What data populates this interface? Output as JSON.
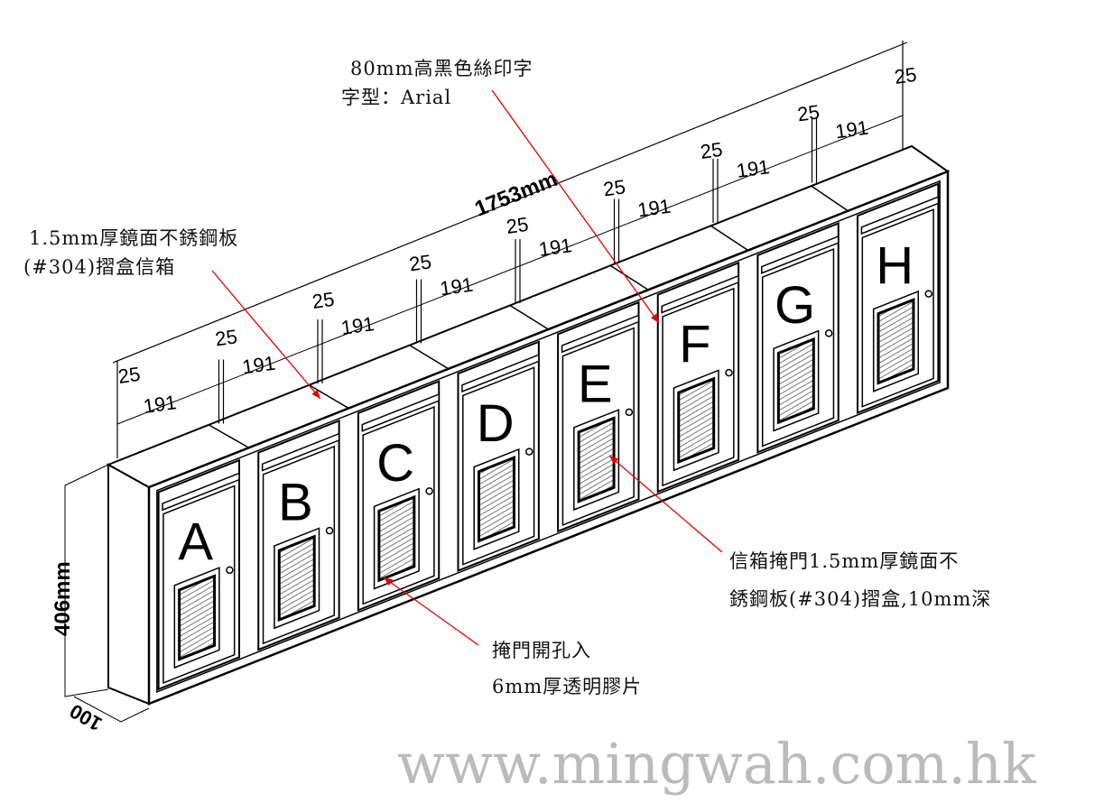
{
  "drawing": {
    "overall_length": "1753mm",
    "height_label": "406mm",
    "depth_label": "100",
    "dim_small": "25",
    "dim_large": "191",
    "box_letters": [
      "A",
      "B",
      "C",
      "D",
      "E",
      "F",
      "G",
      "H"
    ],
    "watermark": "www.mingwah.com.hk",
    "line_color": "#000000",
    "leader_color": "#e00000"
  },
  "notes": {
    "lettering_line1": "80mm高黑色絲印字",
    "lettering_line2": "字型：Arial",
    "body_line1": "1.5mm厚鏡面不銹鋼板",
    "body_line2": "(#304)摺盒信箱",
    "door_line1": "信箱掩門1.5mm厚鏡面不",
    "door_line2": "銹鋼板(#304)摺盒,10mm深",
    "window_line1": "掩門開孔入",
    "window_line2": "6mm厚透明膠片"
  }
}
